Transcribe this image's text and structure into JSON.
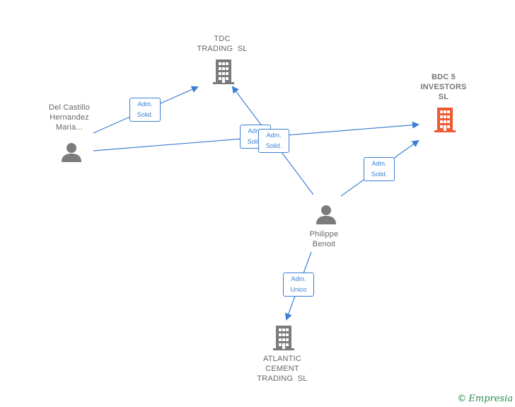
{
  "colors": {
    "edge": "#3b7fd4",
    "company": "#7b7b7b",
    "main_company": "#f05a32",
    "person": "#7b7b7b"
  },
  "nodes": {
    "tdc": {
      "lines": [
        "TDC",
        "TRADING  SL"
      ],
      "icon": "building-icon"
    },
    "bdc": {
      "lines": [
        "BDC 5",
        "INVESTORS",
        "SL"
      ],
      "icon": "building-icon"
    },
    "atlantic": {
      "lines": [
        "ATLANTIC",
        "CEMENT",
        "TRADING  SL"
      ],
      "icon": "building-icon"
    },
    "delcastillo": {
      "lines": [
        "Del Castillo",
        "Hernandez",
        "Maria..."
      ],
      "icon": "person-icon"
    },
    "philippe": {
      "lines": [
        "Philippe",
        "Benoit"
      ],
      "icon": "person-icon"
    }
  },
  "relations": [
    {
      "id": "dc-tdc",
      "lines": [
        "Adm.",
        "Solid."
      ]
    },
    {
      "id": "dc-bdc",
      "lines": [
        "Adm.",
        "Solid."
      ]
    },
    {
      "id": "ph-tdc",
      "lines": [
        "Adm.",
        "Solid."
      ]
    },
    {
      "id": "ph-bdc",
      "lines": [
        "Adm.",
        "Solid."
      ]
    },
    {
      "id": "ph-atl",
      "lines": [
        "Adm.",
        "Unico"
      ]
    }
  ],
  "footer": {
    "symbol": "©",
    "brand": "Empresia"
  }
}
